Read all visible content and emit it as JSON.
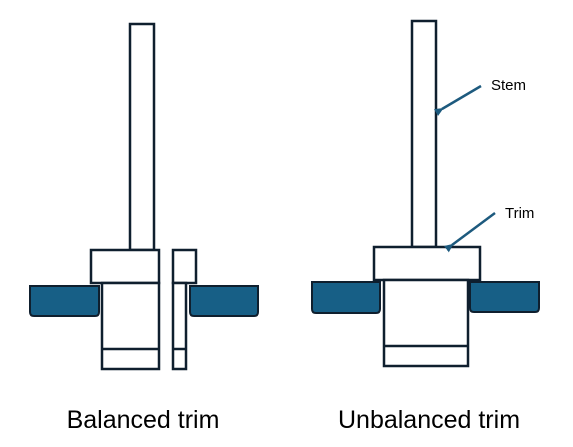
{
  "captions": {
    "balanced": "Balanced trim",
    "unbalanced": "Unbalanced trim"
  },
  "callouts": {
    "stem": "Stem",
    "trim": "Trim"
  },
  "colors": {
    "seat_fill": "#175f86",
    "outline": "#0f1f2e",
    "arrow": "#1d5a7e"
  }
}
